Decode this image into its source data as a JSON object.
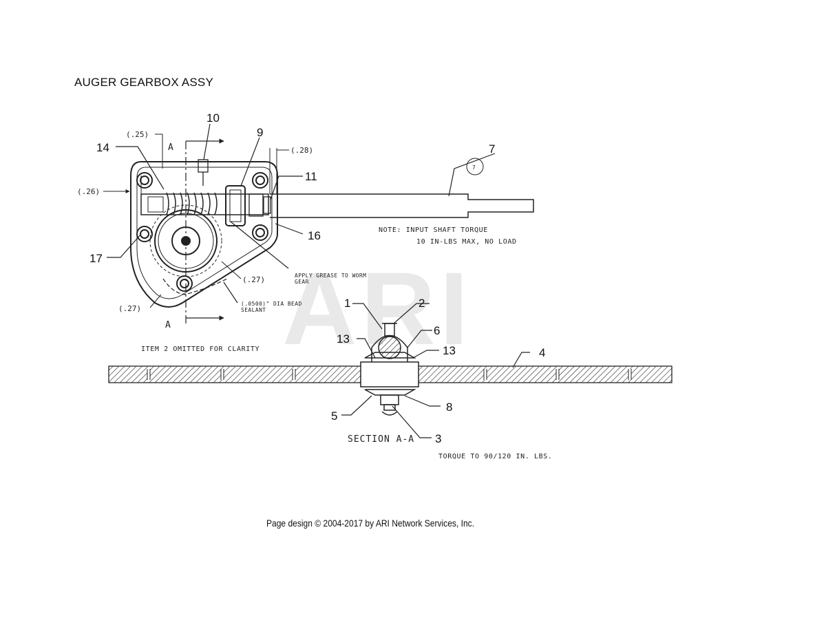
{
  "title": "AUGER GEARBOX ASSY",
  "watermark": "ARI",
  "footer": "Page design © 2004-2017 by ARI Network Services, Inc.",
  "callouts": {
    "c1": "1",
    "c2": "2",
    "c3": "3",
    "c4": "4",
    "c5": "5",
    "c6": "6",
    "c7": "7",
    "c8": "8",
    "c9": "9",
    "c10": "10",
    "c11": "11",
    "c13a": "13",
    "c13b": "13",
    "c14": "14",
    "c16": "16",
    "c17": "17",
    "c7_circle": "7"
  },
  "dimensions": {
    "d25": "(.25)",
    "d28": "(.28)",
    "d26": "(.26)",
    "d27a": "(.27)",
    "d27b": "(.27)"
  },
  "section_marks": {
    "a_top": "A",
    "a_bottom": "A",
    "section_label": "SECTION A-A"
  },
  "notes": {
    "input_torque_line1": "NOTE:  INPUT SHAFT TORQUE",
    "input_torque_line2": "10 IN-LBS MAX, NO LOAD",
    "grease_line1": "APPLY GREASE TO WORM",
    "grease_line2": "GEAR",
    "bead_line1": "(.0500)\" DIA BEAD",
    "bead_line2": "SEALANT",
    "omitted": "ITEM 2 OMITTED FOR CLARITY",
    "torque_bolt": "TORQUE TO 90/120 IN. LBS."
  }
}
